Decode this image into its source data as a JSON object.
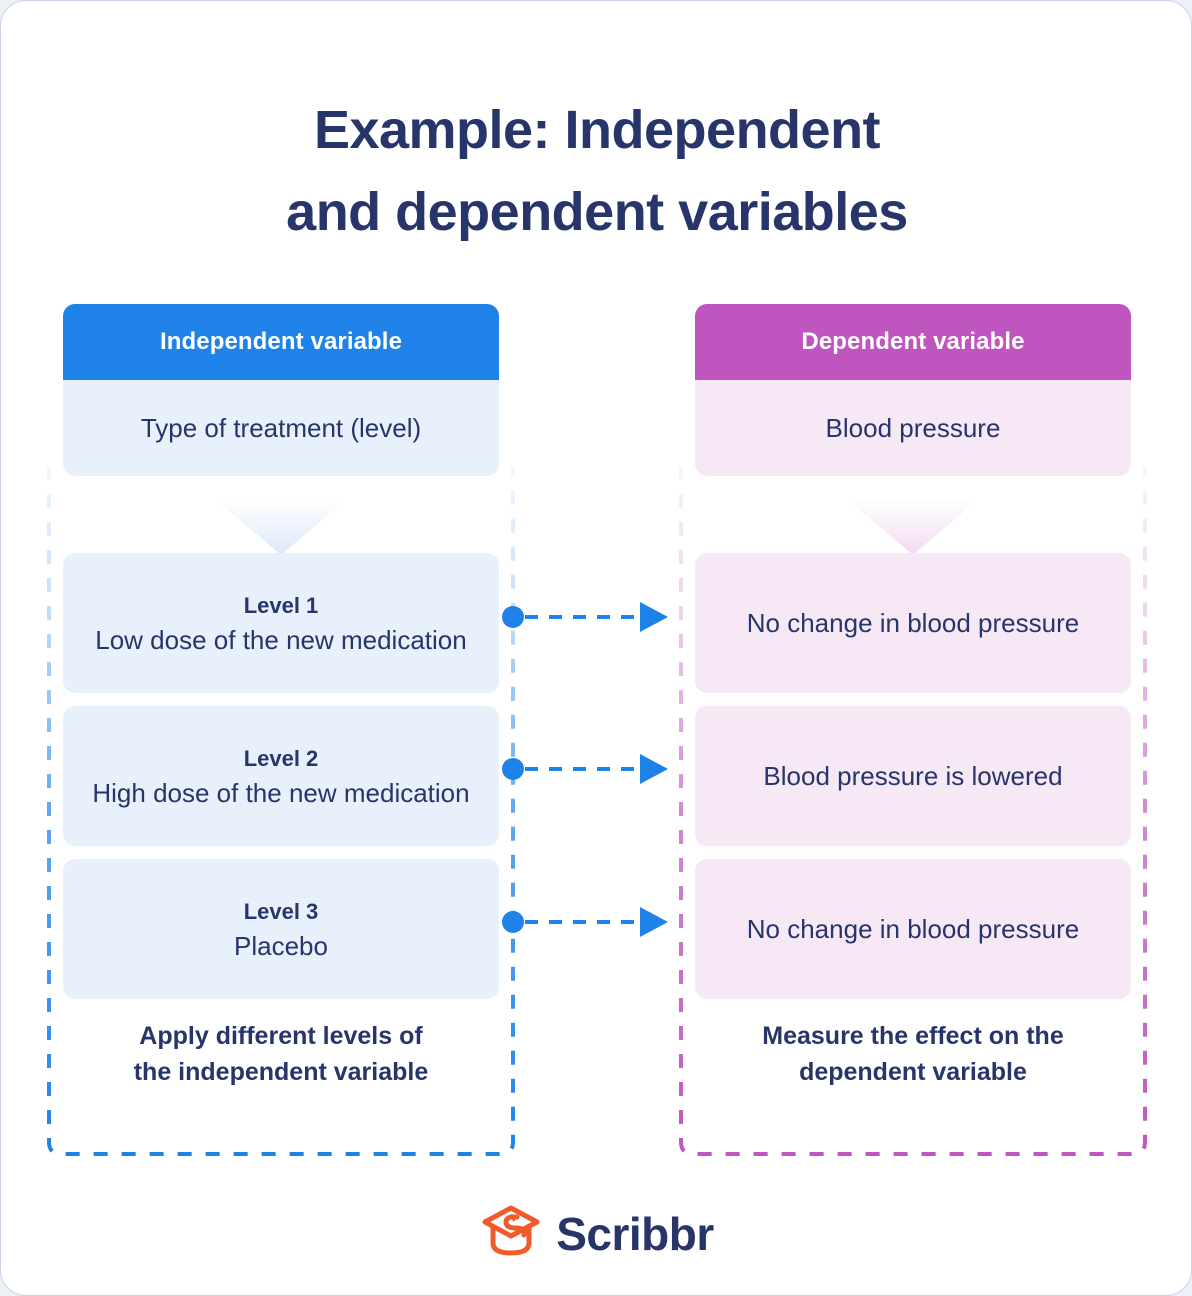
{
  "title": {
    "line1": "Example: Independent",
    "line2": "and dependent variables"
  },
  "colors": {
    "independent_accent": "#1f82e8",
    "dependent_accent": "#bf56bf",
    "independent_surface": "#e8f1fb",
    "dependent_surface": "#f7e8f6",
    "text_navy": "#27356b",
    "logo_orange": "#f15a29",
    "page_background": "#ffffff",
    "outer_background": "#eef0f7"
  },
  "columns": {
    "independent": {
      "header": "Independent variable",
      "subheader": "Type of treatment (level)",
      "items": [
        {
          "level": "Level 1",
          "text": "Low dose of the new medication"
        },
        {
          "level": "Level 2",
          "text": "High dose of the new medication"
        },
        {
          "level": "Level 3",
          "text": "Placebo"
        }
      ],
      "caption_line1": "Apply different levels of",
      "caption_line2": "the independent variable"
    },
    "dependent": {
      "header": "Dependent variable",
      "subheader": "Blood pressure",
      "items": [
        {
          "level": "",
          "text": "No change in blood pressure"
        },
        {
          "level": "",
          "text": "Blood pressure is lowered"
        },
        {
          "level": "",
          "text": "No change in blood pressure"
        }
      ],
      "caption_line1": "Measure the effect on the",
      "caption_line2": "dependent variable"
    }
  },
  "connectors": [
    {
      "from": "Level 1",
      "to": "No change in blood pressure"
    },
    {
      "from": "Level 2",
      "to": "Blood pressure is lowered"
    },
    {
      "from": "Level 3",
      "to": "No change in blood pressure"
    }
  ],
  "logo": {
    "wordmark": "Scribbr",
    "icon": "graduation-cap-icon"
  }
}
